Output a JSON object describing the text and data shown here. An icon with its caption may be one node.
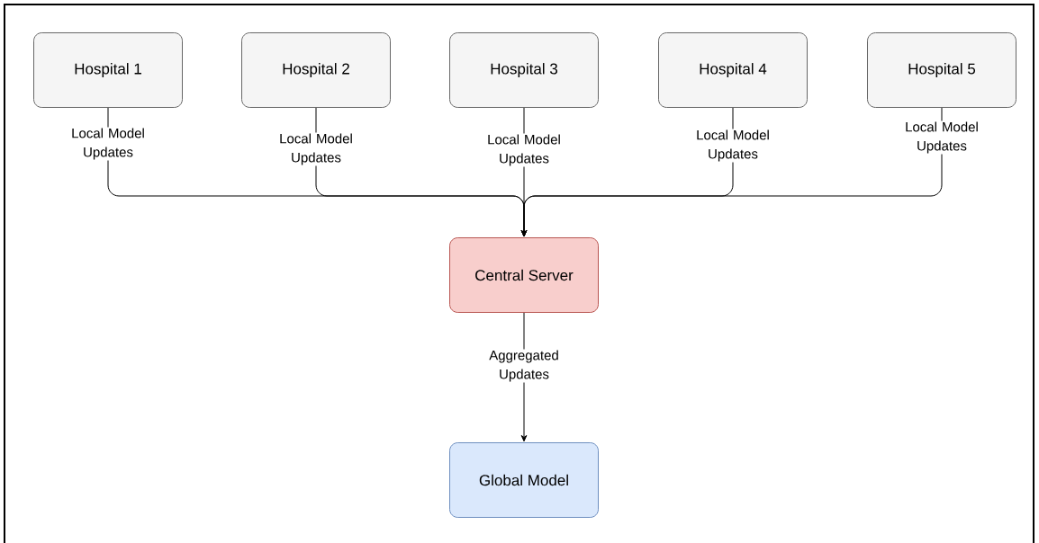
{
  "diagram": {
    "nodes": [
      {
        "text": [
          "Hospital 1"
        ]
      },
      {
        "text": [
          "Hospital 2"
        ]
      },
      {
        "text": [
          "Hospital 3"
        ]
      },
      {
        "text": [
          "Hospital 4"
        ]
      },
      {
        "text": [
          "Hospital 5"
        ]
      },
      {
        "text": [
          "Central Server"
        ]
      },
      {
        "text": [
          "Global Model"
        ]
      }
    ],
    "edges": [
      {
        "from": 0,
        "to": 5,
        "arrow": "to",
        "label": "Local Model Updates"
      },
      {
        "from": 1,
        "to": 5,
        "arrow": "to",
        "label": "Local Model Updates"
      },
      {
        "from": 2,
        "to": 5,
        "arrow": "to",
        "label": "Local Model Updates"
      },
      {
        "from": 3,
        "to": 5,
        "arrow": "to",
        "label": "Local Model Updates"
      },
      {
        "from": 4,
        "to": 5,
        "arrow": "to",
        "label": "Local Model Updates"
      },
      {
        "from": 5,
        "to": 6,
        "arrow": "to",
        "label": "Aggregated Updates"
      }
    ]
  }
}
